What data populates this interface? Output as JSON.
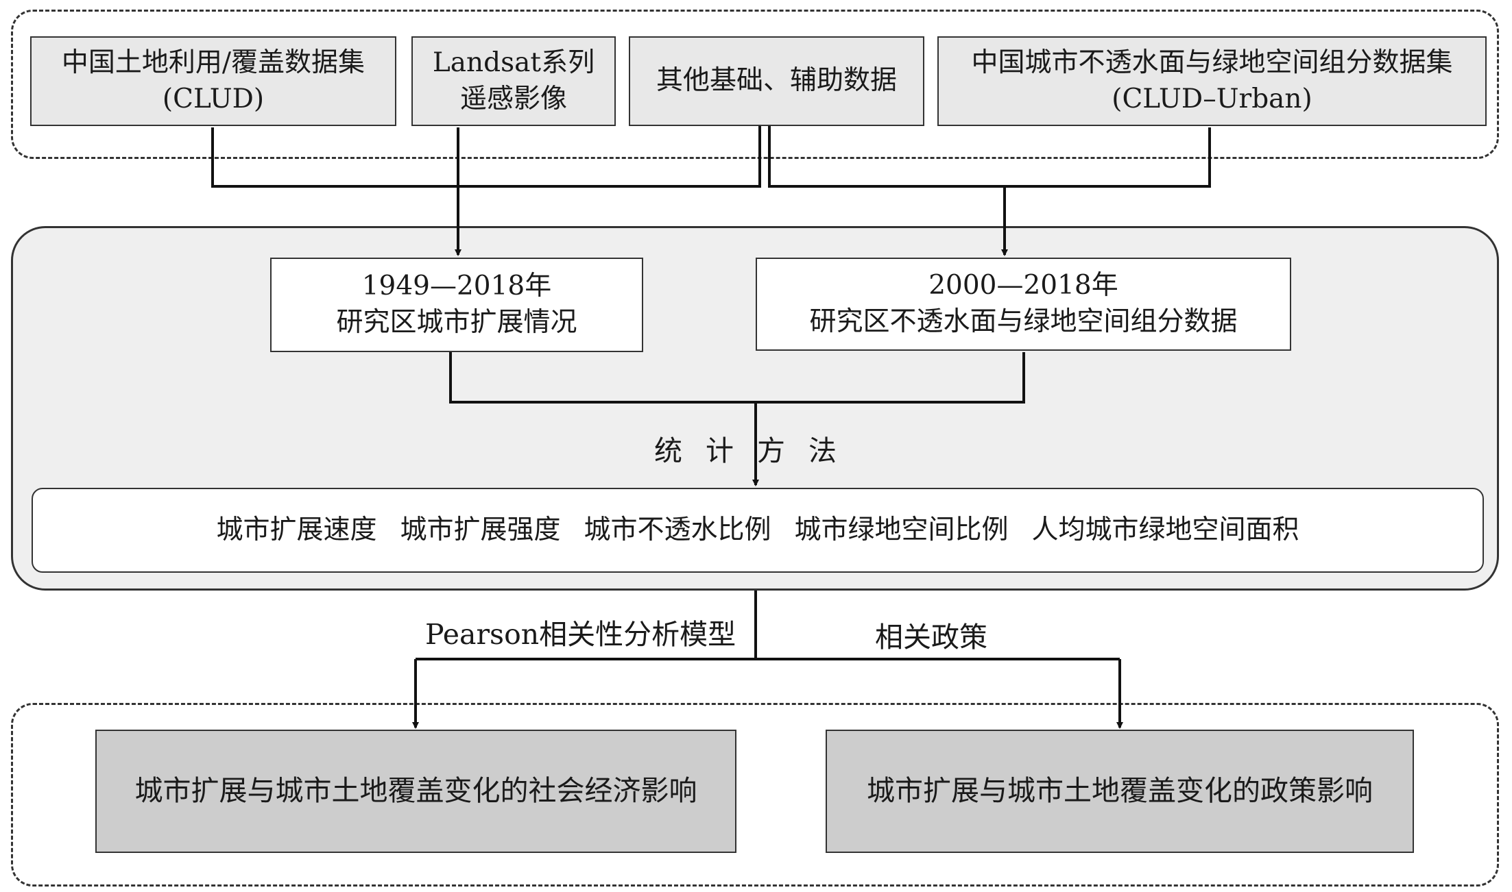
{
  "sources": [
    {
      "line1": "中国土地利用/覆盖数据集",
      "line2": "(CLUD)"
    },
    {
      "line1": "Landsat系列",
      "line2": "遥感影像"
    },
    {
      "line1": "其他基础、辅助数据",
      "line2": ""
    },
    {
      "line1": "中国城市不透水面与绿地空间组分数据集",
      "line2": "(CLUD–Urban)"
    }
  ],
  "middle": [
    {
      "line1": "1949—2018年",
      "line2": "研究区城市扩展情况"
    },
    {
      "line1": "2000—2018年",
      "line2": "研究区不透水面与绿地空间组分数据"
    }
  ],
  "method_label": "统计方法",
  "indicators": [
    "城市扩展速度",
    "城市扩展强度",
    "城市不透水比例",
    "城市绿地空间比例",
    "人均城市绿地空间面积"
  ],
  "analysis": {
    "left_label": "Pearson相关性分析模型",
    "right_label": "相关政策"
  },
  "outputs": [
    "城市扩展与城市土地覆盖变化的社会经济影响",
    "城市扩展与城市土地覆盖变化的政策影响"
  ]
}
